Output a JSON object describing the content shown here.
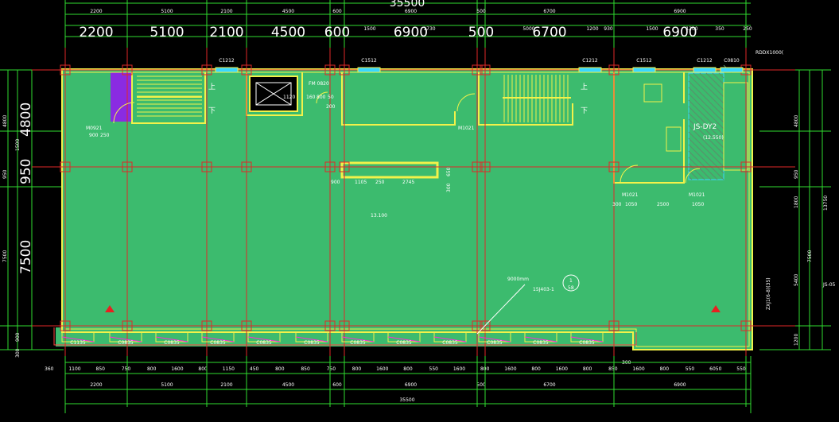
{
  "drawing": {
    "total_width_label": "35500",
    "top_dims_big": [
      "2200",
      "5100",
      "2100",
      "4500",
      "600",
      "6900",
      "500",
      "6700",
      "6900"
    ],
    "top_dims_small": [
      "2200",
      "5100",
      "2100",
      "4500",
      "600",
      "6900",
      "500",
      "6700",
      "6900"
    ],
    "top_row2_small": [
      "1500",
      "1730",
      "5000",
      "1200",
      "930",
      "1500",
      "1200",
      "350",
      "250"
    ],
    "left_dims_big": [
      "4800",
      "950",
      "7500"
    ],
    "left_dims_small": [
      "4800",
      "1500",
      "950",
      "7500",
      "900",
      "300"
    ],
    "right_dims": [
      "4800",
      "950",
      "1800",
      "7500",
      "5400",
      "1200"
    ],
    "right_total": "13750",
    "bottom_row1": [
      "1100",
      "850",
      "750",
      "800",
      "1600",
      "800",
      "1150",
      "450",
      "800",
      "850",
      "750",
      "800",
      "1600",
      "800",
      "550",
      "1600",
      "800",
      "1600",
      "800",
      "1600",
      "800",
      "850",
      "1600",
      "800",
      "550",
      "6050",
      "550"
    ],
    "bottom_row2": [
      "2200",
      "5100",
      "2100",
      "4500",
      "600",
      "6900",
      "500",
      "6700",
      "6900"
    ],
    "bottom_total": "35500",
    "windows_top": [
      "C1212",
      "C1512",
      "C1212",
      "C1512",
      "C1212",
      "C0810"
    ],
    "windows_bottom": [
      "C1135",
      "C0835",
      "C0835",
      "C0835",
      "C0835",
      "C0835",
      "C0835",
      "C0835",
      "C0835",
      "C0835",
      "C0835",
      "C0835"
    ],
    "doors": [
      "M0921",
      "M1021",
      "M1021",
      "M1021",
      "FM 0820"
    ],
    "door_dims_left": [
      "900",
      "250"
    ],
    "door_dims_right": [
      "300",
      "1050",
      "2500",
      "1050"
    ],
    "elevator_dims": [
      "1120",
      "160",
      "800",
      "50",
      "200"
    ],
    "center_dims": [
      "900",
      "1105",
      "250",
      "2745",
      "650",
      "300"
    ],
    "elevation": "13.100",
    "stair_up_label": "上",
    "stair_down_label": "下",
    "tag_ref": "JS-DY2",
    "tag_elev": "(12.550)",
    "right_tag": "JS-05",
    "right_vertical_ref": "ZXJ1(6-8)(35)",
    "right_top_ref": "RDDX1000(",
    "section_ref": "9000mm",
    "detail_ref": "15J403-1",
    "detail_num": "1",
    "detail_sheet": "58",
    "elev_marker": "300",
    "left_small_note": "360",
    "colors": {
      "background": "#000000",
      "floor": "#3cbb6e",
      "wall": "#f2f24a",
      "grid": "#e02828",
      "dim": "#2fdc2f",
      "text": "#ffffff",
      "purple": "#8a2be2",
      "magenta": "#ff2bd6",
      "cyan": "#3ad7ff"
    }
  }
}
